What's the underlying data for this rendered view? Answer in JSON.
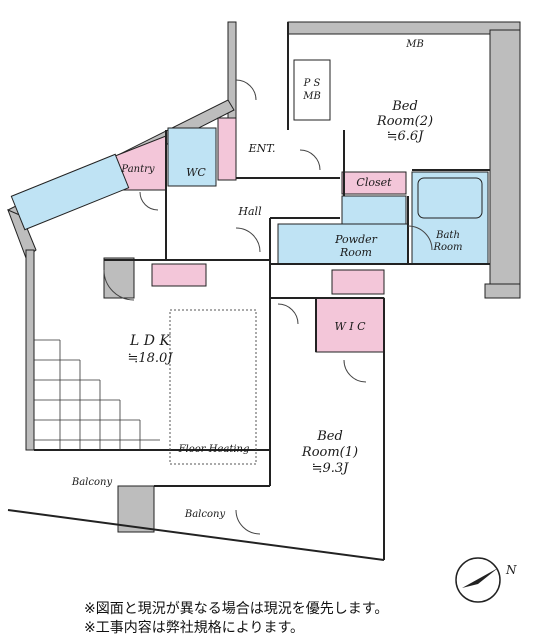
{
  "rooms": {
    "bed2": {
      "line1": "Bed",
      "line2": "Room(2)",
      "area": "≒6.6J"
    },
    "ps_mb": {
      "line1": "P S",
      "line2": "MB"
    },
    "mb_top": "MB",
    "ent": "ENT.",
    "wc": "WC",
    "pantry": "Pantry",
    "closet": "Closet",
    "hall": "Hall",
    "powder": {
      "line1": "Powder",
      "line2": "Room"
    },
    "bath": {
      "line1": "Bath",
      "line2": "Room"
    },
    "ldk": {
      "line1": "L D K",
      "area": "≒18.0J"
    },
    "wic": "W I C",
    "bed1": {
      "line1": "Bed",
      "line2": "Room(1)",
      "area": "≒9.3J"
    },
    "floor_heating": "Floor Heating",
    "balcony_left": "Balcony",
    "balcony_bottom": "Balcony"
  },
  "compass": "N",
  "notes": [
    "※図面と現況が異なる場合は現況を優先します。",
    "※工事内容は弊社規格によります。"
  ],
  "colors": {
    "pink": "#f3c6d9",
    "blue": "#bfe3f4",
    "wall": "#bdbdbd",
    "line": "#222222"
  }
}
